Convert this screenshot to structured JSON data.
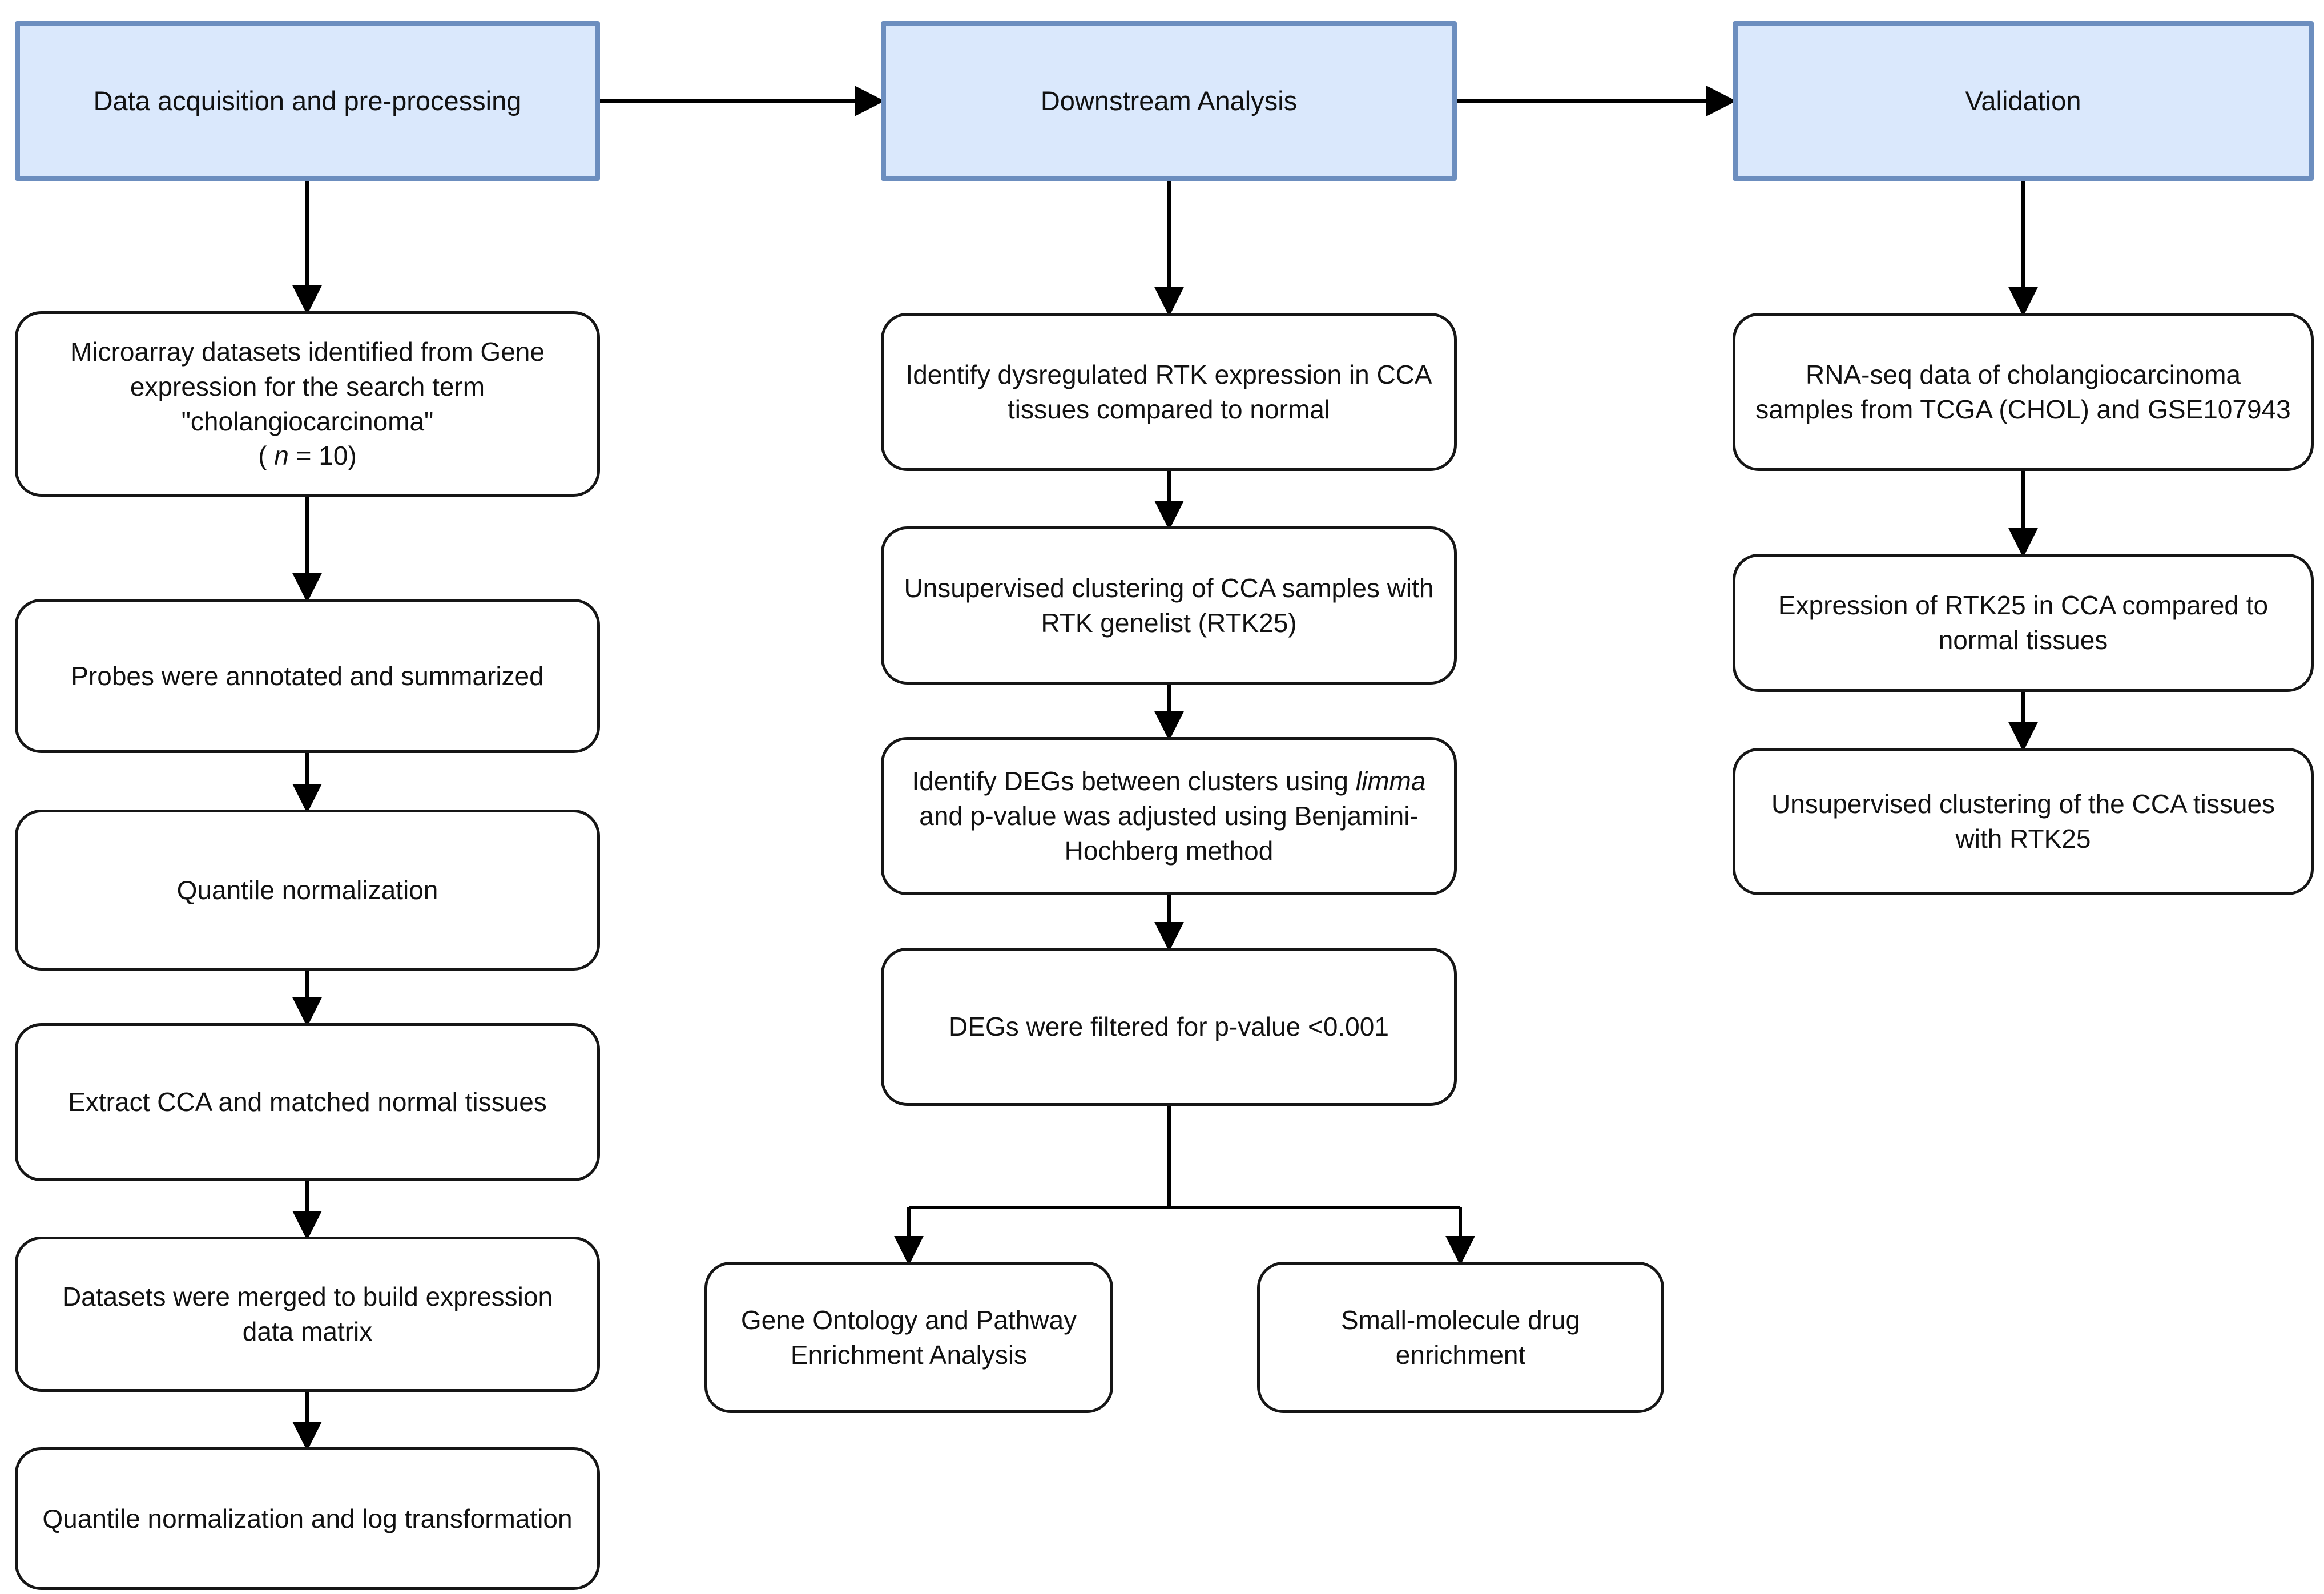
{
  "headers": [
    {
      "label": "Data acquisition and pre-processing"
    },
    {
      "label": "Downstream Analysis"
    },
    {
      "label": "Validation"
    }
  ],
  "column1": {
    "microarray": {
      "main": "Microarray datasets identified from Gene expression for the search term \"cholangiocarcinoma\"",
      "sample_open": "( ",
      "sample_n": "n",
      "sample_close": " = 10)"
    },
    "probes": "Probes were annotated and summarized",
    "quantile": "Quantile normalization",
    "extract": "Extract CCA and matched normal tissues",
    "merged": "Datasets were merged to build expression data matrix",
    "quantile_log": "Quantile normalization and log transformation"
  },
  "column2": {
    "identify_rtk": "Identify dysregulated RTK expression in CCA tissues compared to normal",
    "clustering": "Unsupervised clustering of CCA samples with RTK genelist (RTK25)",
    "degs": {
      "before": "Identify DEGs between clusters using ",
      "italic": "limma",
      "after": " and p-value was adjusted using Benjamini-Hochberg method"
    },
    "filtered": "DEGs were filtered for p-value <0.001",
    "go_pathway": "Gene Ontology and Pathway Enrichment Analysis",
    "small_molecule": "Small-molecule drug enrichment"
  },
  "column3": {
    "rnaseq": "RNA-seq data of cholangiocarcinoma samples from TCGA (CHOL) and GSE107943",
    "expression": "Expression of RTK25 in CCA compared to normal tissues",
    "clustering": "Unsupervised clustering of the CCA tissues with RTK25"
  },
  "colors": {
    "header_fill": "#dae8fc",
    "header_border": "#6c8ebf",
    "box_fill": "#ffffff",
    "box_border": "#161616",
    "arrow": "#000000",
    "background": "#ffffff"
  }
}
